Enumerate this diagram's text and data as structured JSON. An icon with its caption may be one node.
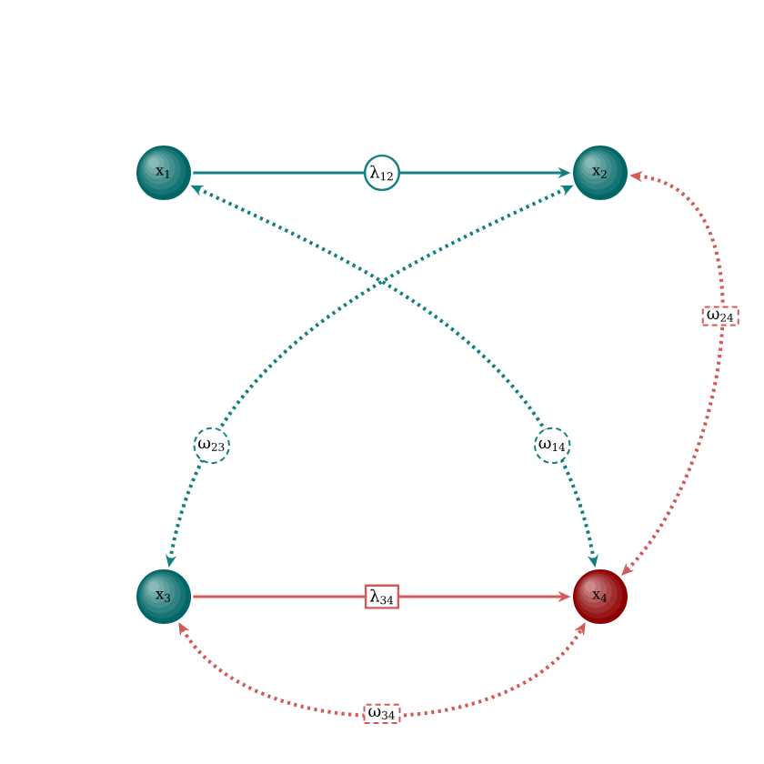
{
  "diagram": {
    "nodes": [
      {
        "text": [
          "x$_{1}$"
        ]
      },
      {
        "text": [
          "x$_{2}$"
        ]
      },
      {
        "text": [
          "x$_{3}$"
        ]
      },
      {
        "text": [
          "x$_{4}$"
        ]
      }
    ],
    "edges": [
      {
        "from": 0,
        "to": 1,
        "arrow": "to",
        "label": "λ$_{12}$",
        "color": "#138080"
      },
      {
        "from": 0,
        "to": 3,
        "arrow": "both",
        "label": "ω$_{14}$",
        "style": "dashed",
        "color": "#138080"
      },
      {
        "from": 1,
        "to": 2,
        "arrow": "both",
        "label": "ω$_{23}$",
        "style": "dashed",
        "color": "#138080"
      },
      {
        "from": 1,
        "to": 3,
        "arrow": "both",
        "label": "ω$_{24}$",
        "style": "dashed",
        "color": "#d45a5a"
      },
      {
        "from": 2,
        "to": 3,
        "arrow": "to",
        "label": "λ$_{34}$",
        "color": "#d45a5a"
      },
      {
        "from": 2,
        "to": 3,
        "arrow": "both",
        "label": "ω$_{34}$",
        "style": "dashed",
        "color": "#d45a5a"
      }
    ]
  }
}
